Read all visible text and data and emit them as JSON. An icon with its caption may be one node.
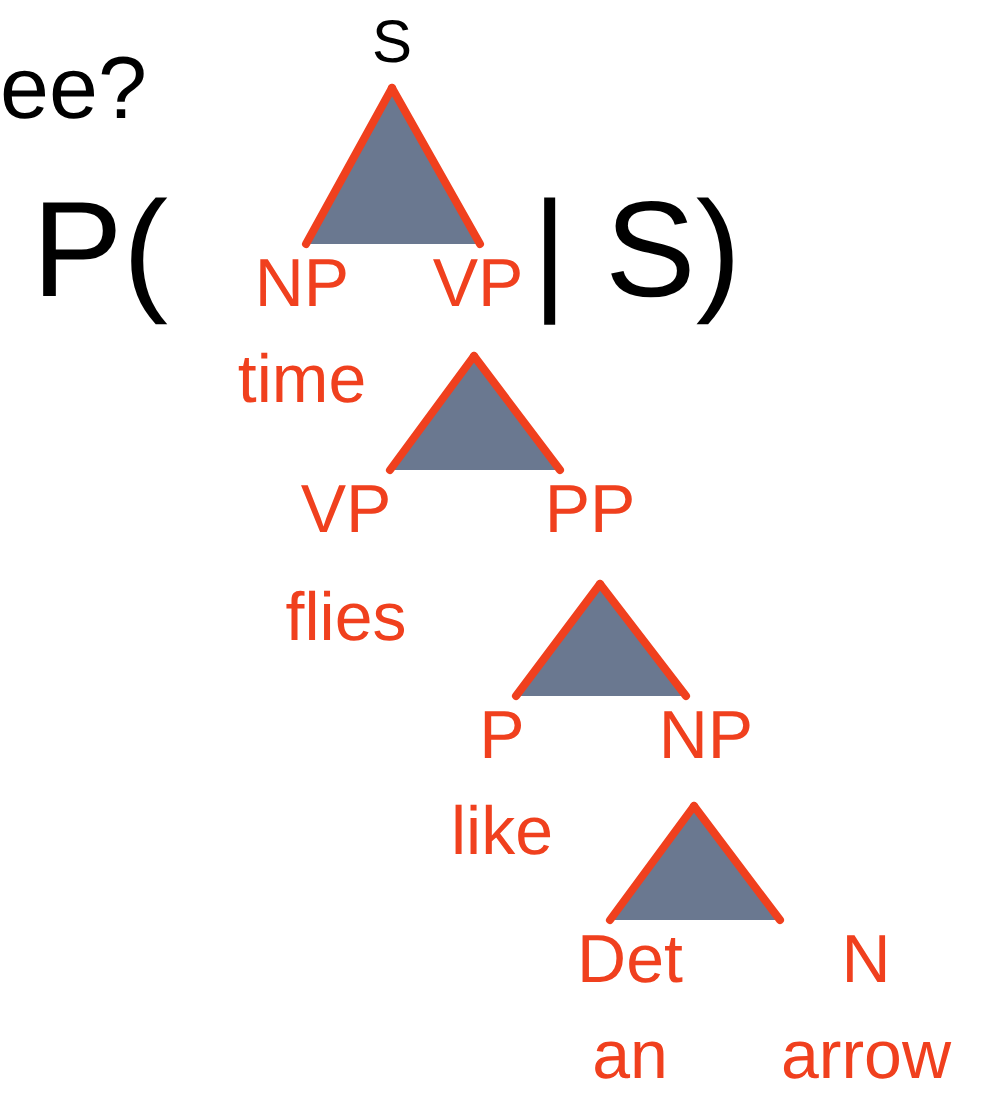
{
  "diagram": {
    "nodes": [
      {
        "text": [
          "S"
        ]
      },
      {
        "text": [
          "NP",
          "time"
        ]
      },
      {
        "text": [
          "VP"
        ]
      },
      {
        "text": [
          "VP",
          "flies"
        ]
      },
      {
        "text": [
          "PP"
        ]
      },
      {
        "text": [
          "P",
          "like"
        ]
      },
      {
        "text": [
          "NP"
        ]
      },
      {
        "text": [
          "Det",
          "an"
        ]
      },
      {
        "text": [
          "N",
          "arrow"
        ]
      }
    ],
    "edges": [
      {
        "from": 0,
        "to": 1,
        "arrow": "none"
      },
      {
        "from": 0,
        "to": 2,
        "arrow": "none"
      },
      {
        "from": 2,
        "to": 3,
        "arrow": "none"
      },
      {
        "from": 2,
        "to": 4,
        "arrow": "none"
      },
      {
        "from": 4,
        "to": 5,
        "arrow": "none"
      },
      {
        "from": 4,
        "to": 6,
        "arrow": "none"
      },
      {
        "from": 6,
        "to": 7,
        "arrow": "none"
      },
      {
        "from": 6,
        "to": 8,
        "arrow": "none"
      }
    ],
    "labels": [
      "ee?",
      "P(",
      "| S)"
    ]
  }
}
